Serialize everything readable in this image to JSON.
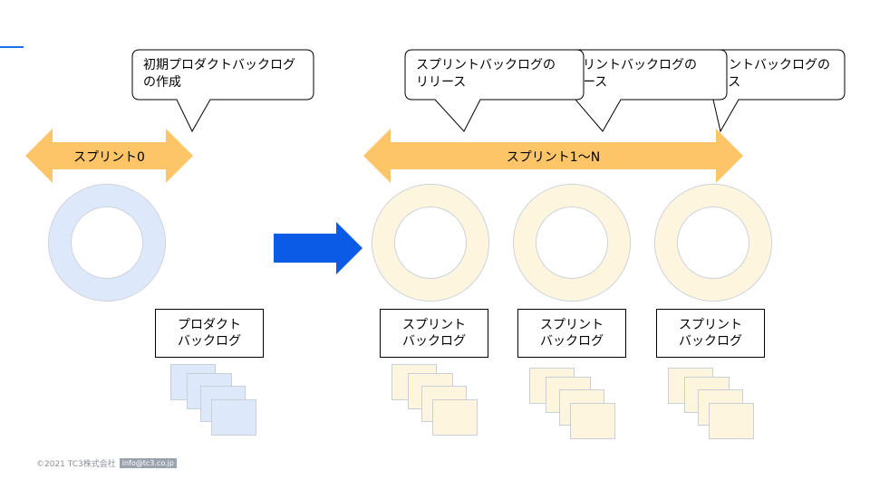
{
  "left": {
    "callout": "初期プロダクトバックログ\nの作成",
    "arrow_label": "スプリント0",
    "box_label": "プロダクト\nバックログ"
  },
  "right": {
    "callouts": [
      "スプリントバックログの\nリリース",
      "スプリントバックログの\nリリース",
      "スプリントバックログの\nリリース"
    ],
    "arrow_label": "スプリント1〜N",
    "box_labels": [
      "スプリント\nバックログ",
      "スプリント\nバックログ",
      "スプリント\nバックログ"
    ]
  },
  "footer": {
    "copyright": "©2021 TC3株式会社",
    "email": "info@tc3.co.jp"
  },
  "colors": {
    "accent": "#1a73e8",
    "arrow_orange": "#fdc567",
    "flow_arrow_blue": "#0b5be6",
    "ring_blue": "#dde8fa",
    "ring_yellow": "#fdf5de"
  }
}
